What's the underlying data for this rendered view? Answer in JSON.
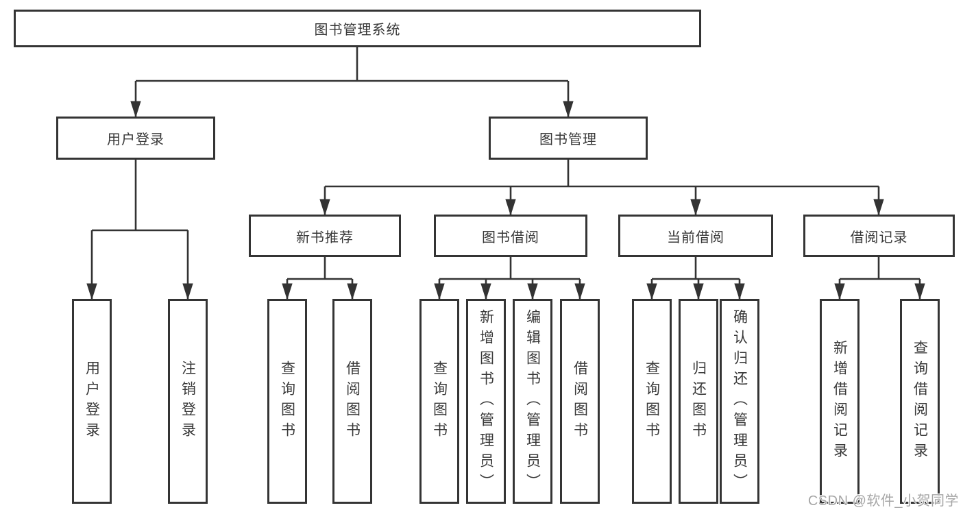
{
  "tree": {
    "root": "图书管理系统",
    "children": [
      {
        "label": "用户登录",
        "children": [
          "用户登录",
          "注销登录"
        ]
      },
      {
        "label": "图书管理",
        "children": [
          {
            "label": "新书推荐",
            "children": [
              "查询图书",
              "借阅图书"
            ]
          },
          {
            "label": "图书借阅",
            "children": [
              "查询图书",
              "新增图书（管理员）",
              "编辑图书（管理员）",
              "借阅图书"
            ]
          },
          {
            "label": "当前借阅",
            "children": [
              "查询图书",
              "归还图书",
              "确认归还（管理员）"
            ]
          },
          {
            "label": "借阅记录",
            "children": [
              "新增借阅记录",
              "查询借阅记录"
            ]
          }
        ]
      }
    ]
  },
  "watermark": {
    "text": "CSDN @软件_小贺同学"
  },
  "colors": {
    "line": "#333333",
    "box_border": "#343434",
    "text": "#383838",
    "watermark": "#a6a6a6",
    "background": "#ffffff"
  }
}
